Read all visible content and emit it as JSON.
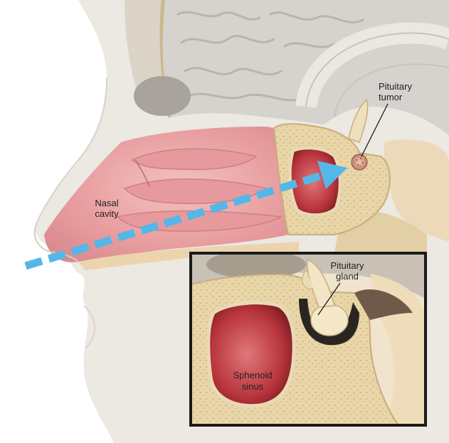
{
  "labels": {
    "nasal_cavity": [
      "Nasal",
      "cavity"
    ],
    "pituitary_tumor": [
      "Pituitary",
      "tumor"
    ],
    "pituitary_gland": [
      "Pituitary",
      "gland"
    ],
    "sphenoid_sinus": [
      "Sphenoid",
      "sinus"
    ]
  },
  "colors": {
    "skin": "#ece8e2",
    "brain": "#d4d0cb",
    "cavity": "#e7a0a2",
    "bone": "#e6d3a6",
    "sinus": "#b9383f",
    "arrow": "#54b7e8",
    "inset_border": "#1a1a1a"
  }
}
